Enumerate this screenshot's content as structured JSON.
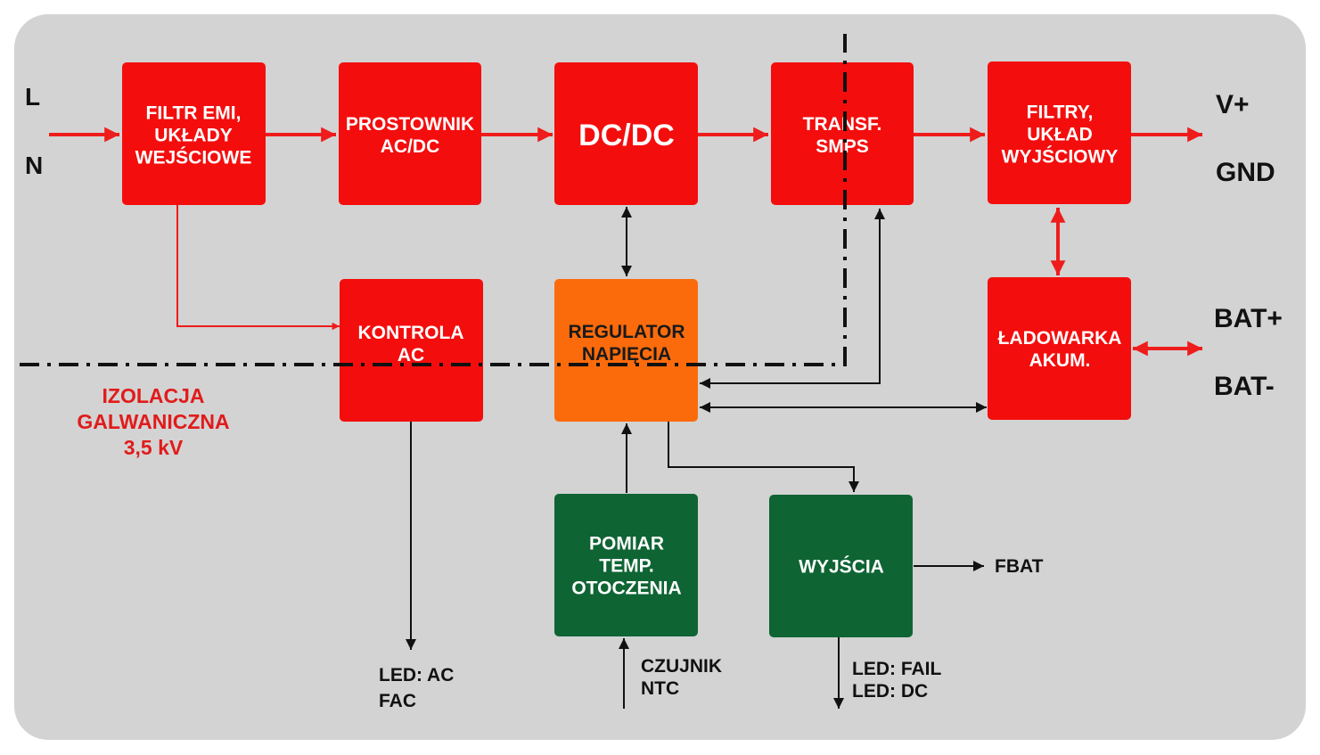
{
  "colors": {
    "background_panel": "#d3d3d3",
    "power_block": "#f40d0d",
    "regulator_block": "#fb6b0c",
    "io_block": "#0f6434",
    "power_arrow": "#ef1c1c",
    "signal_arrow": "#111111",
    "isolation_line": "#111111",
    "isolation_text": "#e11b1b"
  },
  "inputs": {
    "l": "L",
    "n": "N"
  },
  "outputs": {
    "v_plus": "V+",
    "gnd": "GND",
    "bat_plus": "BAT+",
    "bat_minus": "BAT-"
  },
  "blocks": {
    "emi_filter": [
      "FILTR EMI,",
      "UKŁADY",
      "WEJŚCIOWE"
    ],
    "rectifier": [
      "PROSTOWNIK",
      "AC/DC"
    ],
    "dcdc": [
      "DC/DC"
    ],
    "transformer": [
      "TRANSF.",
      "SMPS"
    ],
    "output_filters": [
      "FILTRY,",
      "UKŁAD",
      "WYJŚCIOWY"
    ],
    "ac_control": [
      "KONTROLA",
      "AC"
    ],
    "regulator": [
      "REGULATOR",
      "NAPIĘCIA"
    ],
    "charger": [
      "ŁADOWARKA",
      "AKUM."
    ],
    "temp_measure": [
      "POMIAR",
      "TEMP.",
      "OTOCZENIA"
    ],
    "outputs_block": [
      "WYJŚCIA"
    ]
  },
  "isolation_note": [
    "IZOLACJA",
    "GALWANICZNA",
    "3,5 kV"
  ],
  "signals": {
    "led_ac": "LED: AC",
    "fac": "FAC",
    "ntc_1": "CZUJNIK",
    "ntc_2": "NTC",
    "fbat": "FBAT",
    "led_fail": "LED: FAIL",
    "led_dc": "LED: DC"
  }
}
